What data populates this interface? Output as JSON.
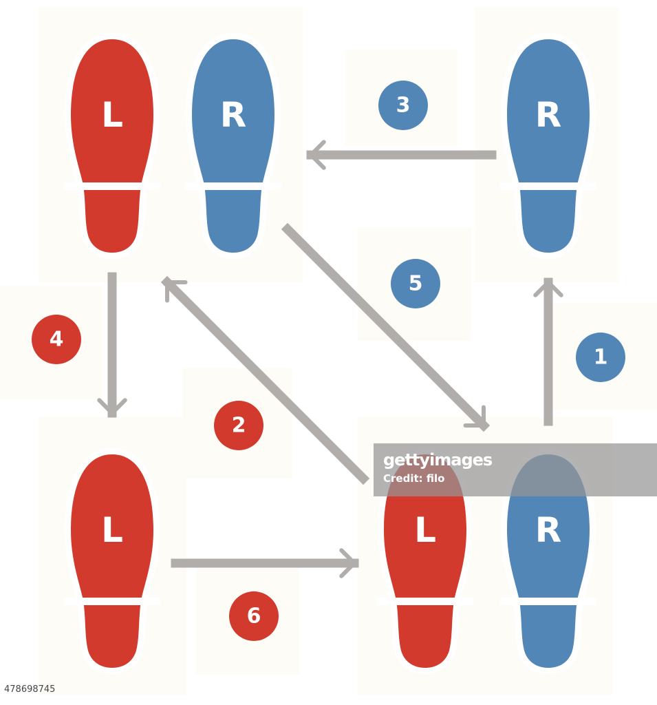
{
  "colors": {
    "left_foot": "#d23a2e",
    "right_foot": "#5286b6",
    "arrow": "#b0adaa",
    "foot_outline": "#ffffff",
    "panel": "#fdfcf6",
    "background": "#ffffff"
  },
  "feet": [
    {
      "id": "top-left-l",
      "side": "left",
      "letter": "L"
    },
    {
      "id": "top-mid-r",
      "side": "right",
      "letter": "R"
    },
    {
      "id": "top-right-r",
      "side": "right",
      "letter": "R"
    },
    {
      "id": "bottom-left-l",
      "side": "left",
      "letter": "L"
    },
    {
      "id": "bottom-mid-l",
      "side": "left",
      "letter": "L"
    },
    {
      "id": "bottom-right-r",
      "side": "right",
      "letter": "R"
    }
  ],
  "steps": [
    {
      "number": "1",
      "side": "right"
    },
    {
      "number": "2",
      "side": "left"
    },
    {
      "number": "3",
      "side": "right"
    },
    {
      "number": "4",
      "side": "left"
    },
    {
      "number": "5",
      "side": "right"
    },
    {
      "number": "6",
      "side": "left"
    }
  ],
  "watermark": {
    "logo": "gettyimages",
    "credit": "Credit: filo"
  },
  "image_id": "478698745"
}
